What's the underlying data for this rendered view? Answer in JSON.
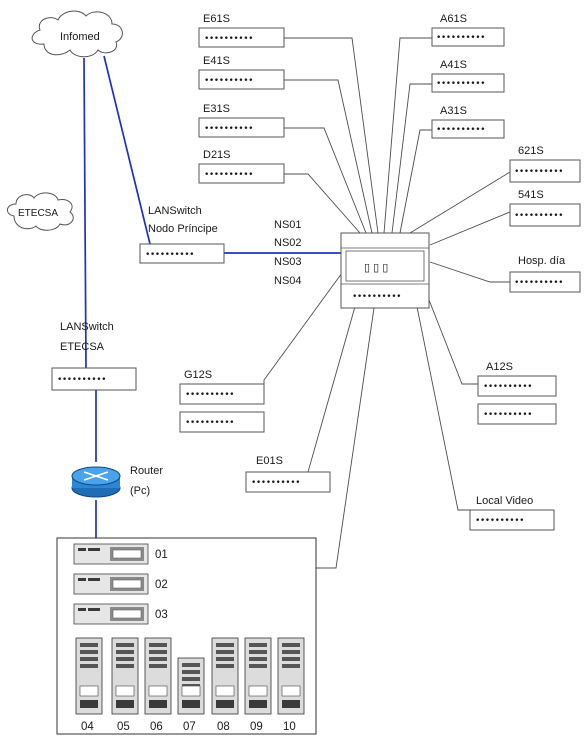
{
  "clouds": {
    "infomed": "Infomed",
    "etecsa": "ETECSA"
  },
  "switches": {
    "e61": "E61S",
    "e41": "E41S",
    "e31": "E31S",
    "d21": "D21S",
    "a61": "A61S",
    "a41": "A41S",
    "a31": "A31S",
    "s621": "621S",
    "s541": "541S",
    "hosp": "Hosp. día",
    "g12": "G12S",
    "e01": "E01S",
    "a12": "A12S",
    "video": "Local Video"
  },
  "lanswitch_nodo": {
    "line1": "LANSwitch",
    "line2": "Nodo Príncipe"
  },
  "lanswitch_etecsa": {
    "line1": "LANSwitch",
    "line2": "ETECSA"
  },
  "core_ports": [
    "NS01",
    "NS02",
    "NS03",
    "NS04"
  ],
  "router": {
    "line1": "Router",
    "line2": "(Pc)"
  },
  "servers_rack": [
    "01",
    "02",
    "03"
  ],
  "servers_tower": [
    "04",
    "05",
    "06",
    "07",
    "08",
    "09",
    "10"
  ],
  "port_dots": "••••••••••",
  "core_icons": "▯ ▯ ▯",
  "colors": {
    "uplink": "#1e2fd0",
    "wire": "#4d4d4d"
  }
}
